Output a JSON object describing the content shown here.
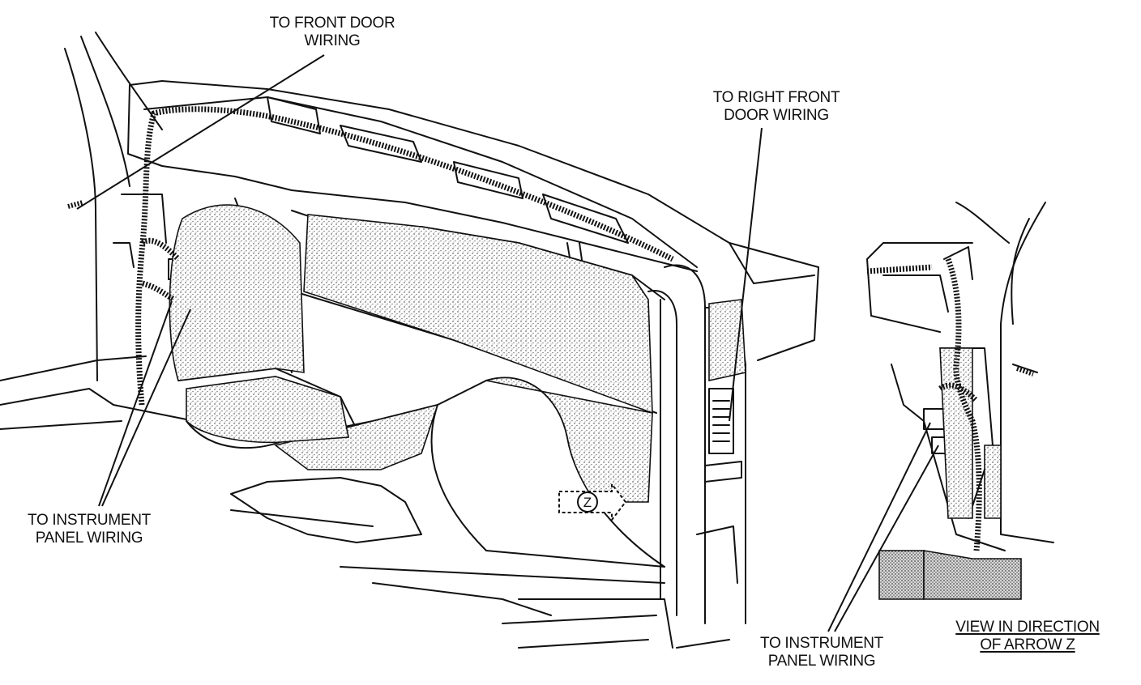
{
  "labels": {
    "front_door": {
      "line1": "TO FRONT DOOR",
      "line2": "WIRING"
    },
    "right_front_door": {
      "line1": "TO RIGHT FRONT",
      "line2": "DOOR WIRING"
    },
    "instrument_panel_left": {
      "line1": "TO INSTRUMENT",
      "line2": "PANEL WIRING"
    },
    "instrument_panel_right": {
      "line1": "TO INSTRUMENT",
      "line2": "PANEL WIRING"
    },
    "view_direction": {
      "line1": "VIEW IN DIRECTION",
      "line2": "OF ARROW Z"
    }
  },
  "arrow_marker": "Z",
  "colors": {
    "ink": "#111111",
    "stipple": "#9a9a9a",
    "paper": "#ffffff"
  }
}
